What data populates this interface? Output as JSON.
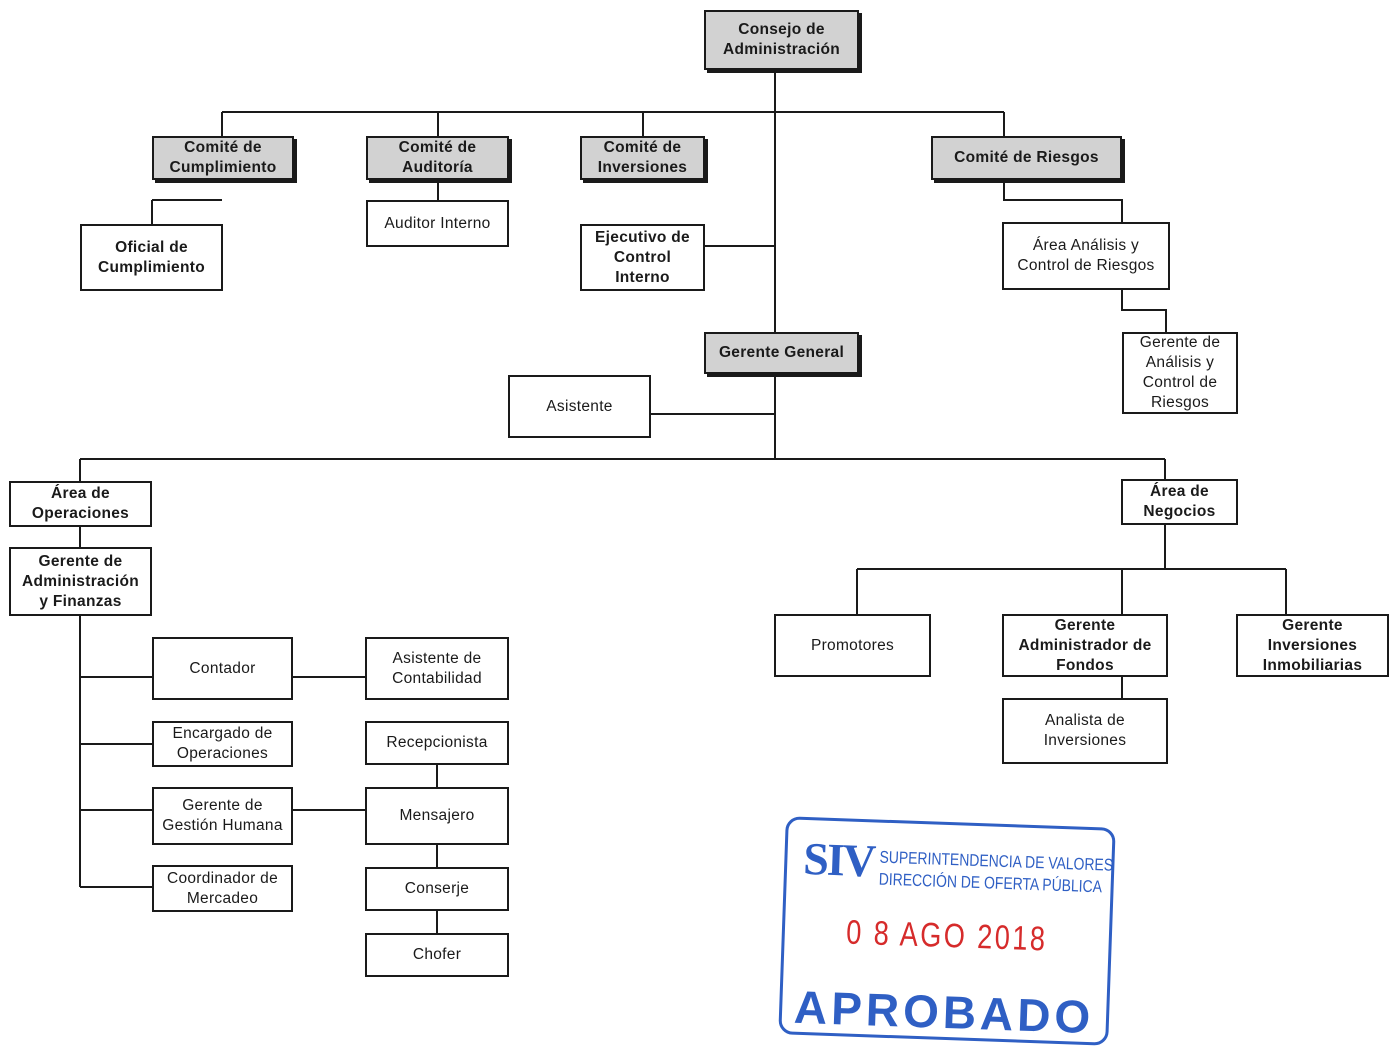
{
  "nodes": {
    "consejo": "Consejo de\nAdministración",
    "comite_cumplimiento": "Comité de\nCumplimiento",
    "comite_auditoria": "Comité de\nAuditoría",
    "comite_inversiones": "Comité de\nInversiones",
    "comite_riesgos": "Comité de Riesgos",
    "oficial_cumplimiento": "Oficial de\nCumplimiento",
    "auditor_interno": "Auditor Interno",
    "ejecutivo_control": "Ejecutivo de\nControl\nInterno",
    "area_riesgos": "Área Análisis y\nControl de Riesgos",
    "gerente_riesgos": "Gerente de\nAnálisis y\nControl de\nRiesgos",
    "gerente_general": "Gerente General",
    "asistente": "Asistente",
    "area_operaciones": "Área de\nOperaciones",
    "gerente_admin": "Gerente de\nAdministración\ny Finanzas",
    "contador": "Contador",
    "asistente_contabilidad": "Asistente de\nContabilidad",
    "encargado_operaciones": "Encargado de\nOperaciones",
    "recepcionista": "Recepcionista",
    "gerente_gestion": "Gerente de\nGestión Humana",
    "mensajero": "Mensajero",
    "coordinador_mercadeo": "Coordinador de\nMercadeo",
    "conserje": "Conserje",
    "chofer": "Chofer",
    "area_negocios": "Área de\nNegocios",
    "promotores": "Promotores",
    "gerente_fondos": "Gerente\nAdministrador de\nFondos",
    "gerente_inmobiliarias": "Gerente\nInversiones\nInmobiliarias",
    "analista_inversiones": "Analista de\nInversiones"
  },
  "stamp": {
    "logo": "SIV",
    "org_line1": "SUPERINTENDENCIA DE VALORES",
    "org_line2": "DIRECCIÓN DE OFERTA PÚBLICA",
    "date": "0 8 AGO 2018",
    "status": "APROBADO",
    "color": "#2f5fc4",
    "date_color": "#d62b2b"
  }
}
